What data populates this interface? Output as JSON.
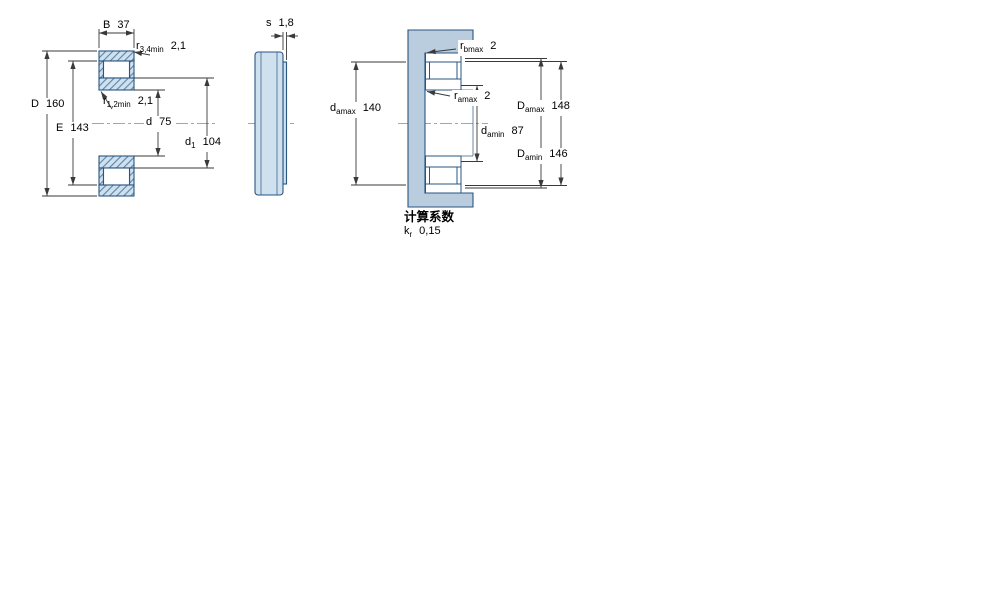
{
  "drawing": {
    "labels": {
      "B": {
        "name": "B",
        "sub": "",
        "value": "37"
      },
      "r34": {
        "name": "r",
        "sub": "3,4min",
        "value": "2,1"
      },
      "D": {
        "name": "D",
        "sub": "",
        "value": "160"
      },
      "E": {
        "name": "E",
        "sub": "",
        "value": "143"
      },
      "r12": {
        "name": "r",
        "sub": "1,2min",
        "value": "2,1"
      },
      "d": {
        "name": "d",
        "sub": "",
        "value": "75"
      },
      "d1": {
        "name": "d",
        "sub": "1",
        "value": "104"
      },
      "s": {
        "name": "s",
        "sub": "",
        "value": "1,8"
      },
      "rb": {
        "name": "r",
        "sub": "bmax",
        "value": "2"
      },
      "damax": {
        "name": "d",
        "sub": "amax",
        "value": "140"
      },
      "ra": {
        "name": "r",
        "sub": "amax",
        "value": "2"
      },
      "damin": {
        "name": "d",
        "sub": "amin",
        "value": "87"
      },
      "Damax": {
        "name": "D",
        "sub": "amax",
        "value": "148"
      },
      "Damin": {
        "name": "D",
        "sub": "amin",
        "value": "146"
      }
    },
    "calc": {
      "heading": "计算系数",
      "k": {
        "name": "k",
        "sub": "r",
        "value": "0,15"
      }
    },
    "colors": {
      "bearing_fill": "#cfe0ee",
      "outline": "#2a5580",
      "abutment_fill": "#b9cdde",
      "dimension_line": "#3a3a3a"
    }
  }
}
